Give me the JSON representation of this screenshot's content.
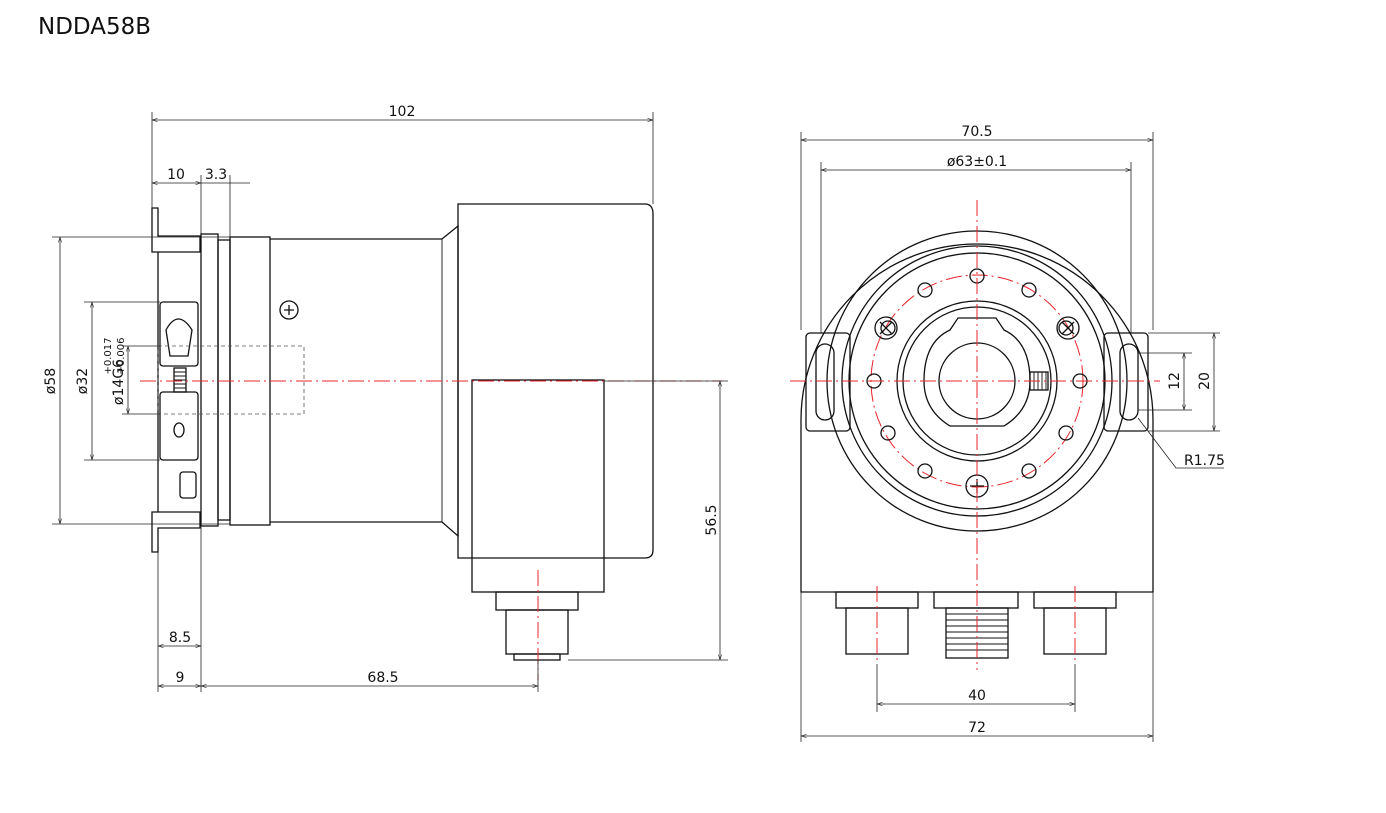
{
  "title": "NDDA58B",
  "colors": {
    "line": "#111111",
    "centerline": "#e8242b",
    "background": "#ffffff"
  },
  "side_view": {
    "dims": {
      "overall_length": "102",
      "flange_10": "10",
      "flange_3_3": "3.3",
      "dia_58": "ø58",
      "dia_32": "ø32",
      "bore": "ø14G6",
      "bore_tol_upper": "+0.017",
      "bore_tol_lower": "+0.006",
      "height_56_5": "56.5",
      "dim_8_5": "8.5",
      "dim_9": "9",
      "dim_68_5": "68.5"
    }
  },
  "front_view": {
    "dims": {
      "width_70_5": "70.5",
      "bolt_circle": "ø63±0.1",
      "slot_12": "12",
      "slot_20": "20",
      "radius": "R1.75",
      "connector_spacing": "40",
      "width_72": "72"
    }
  }
}
